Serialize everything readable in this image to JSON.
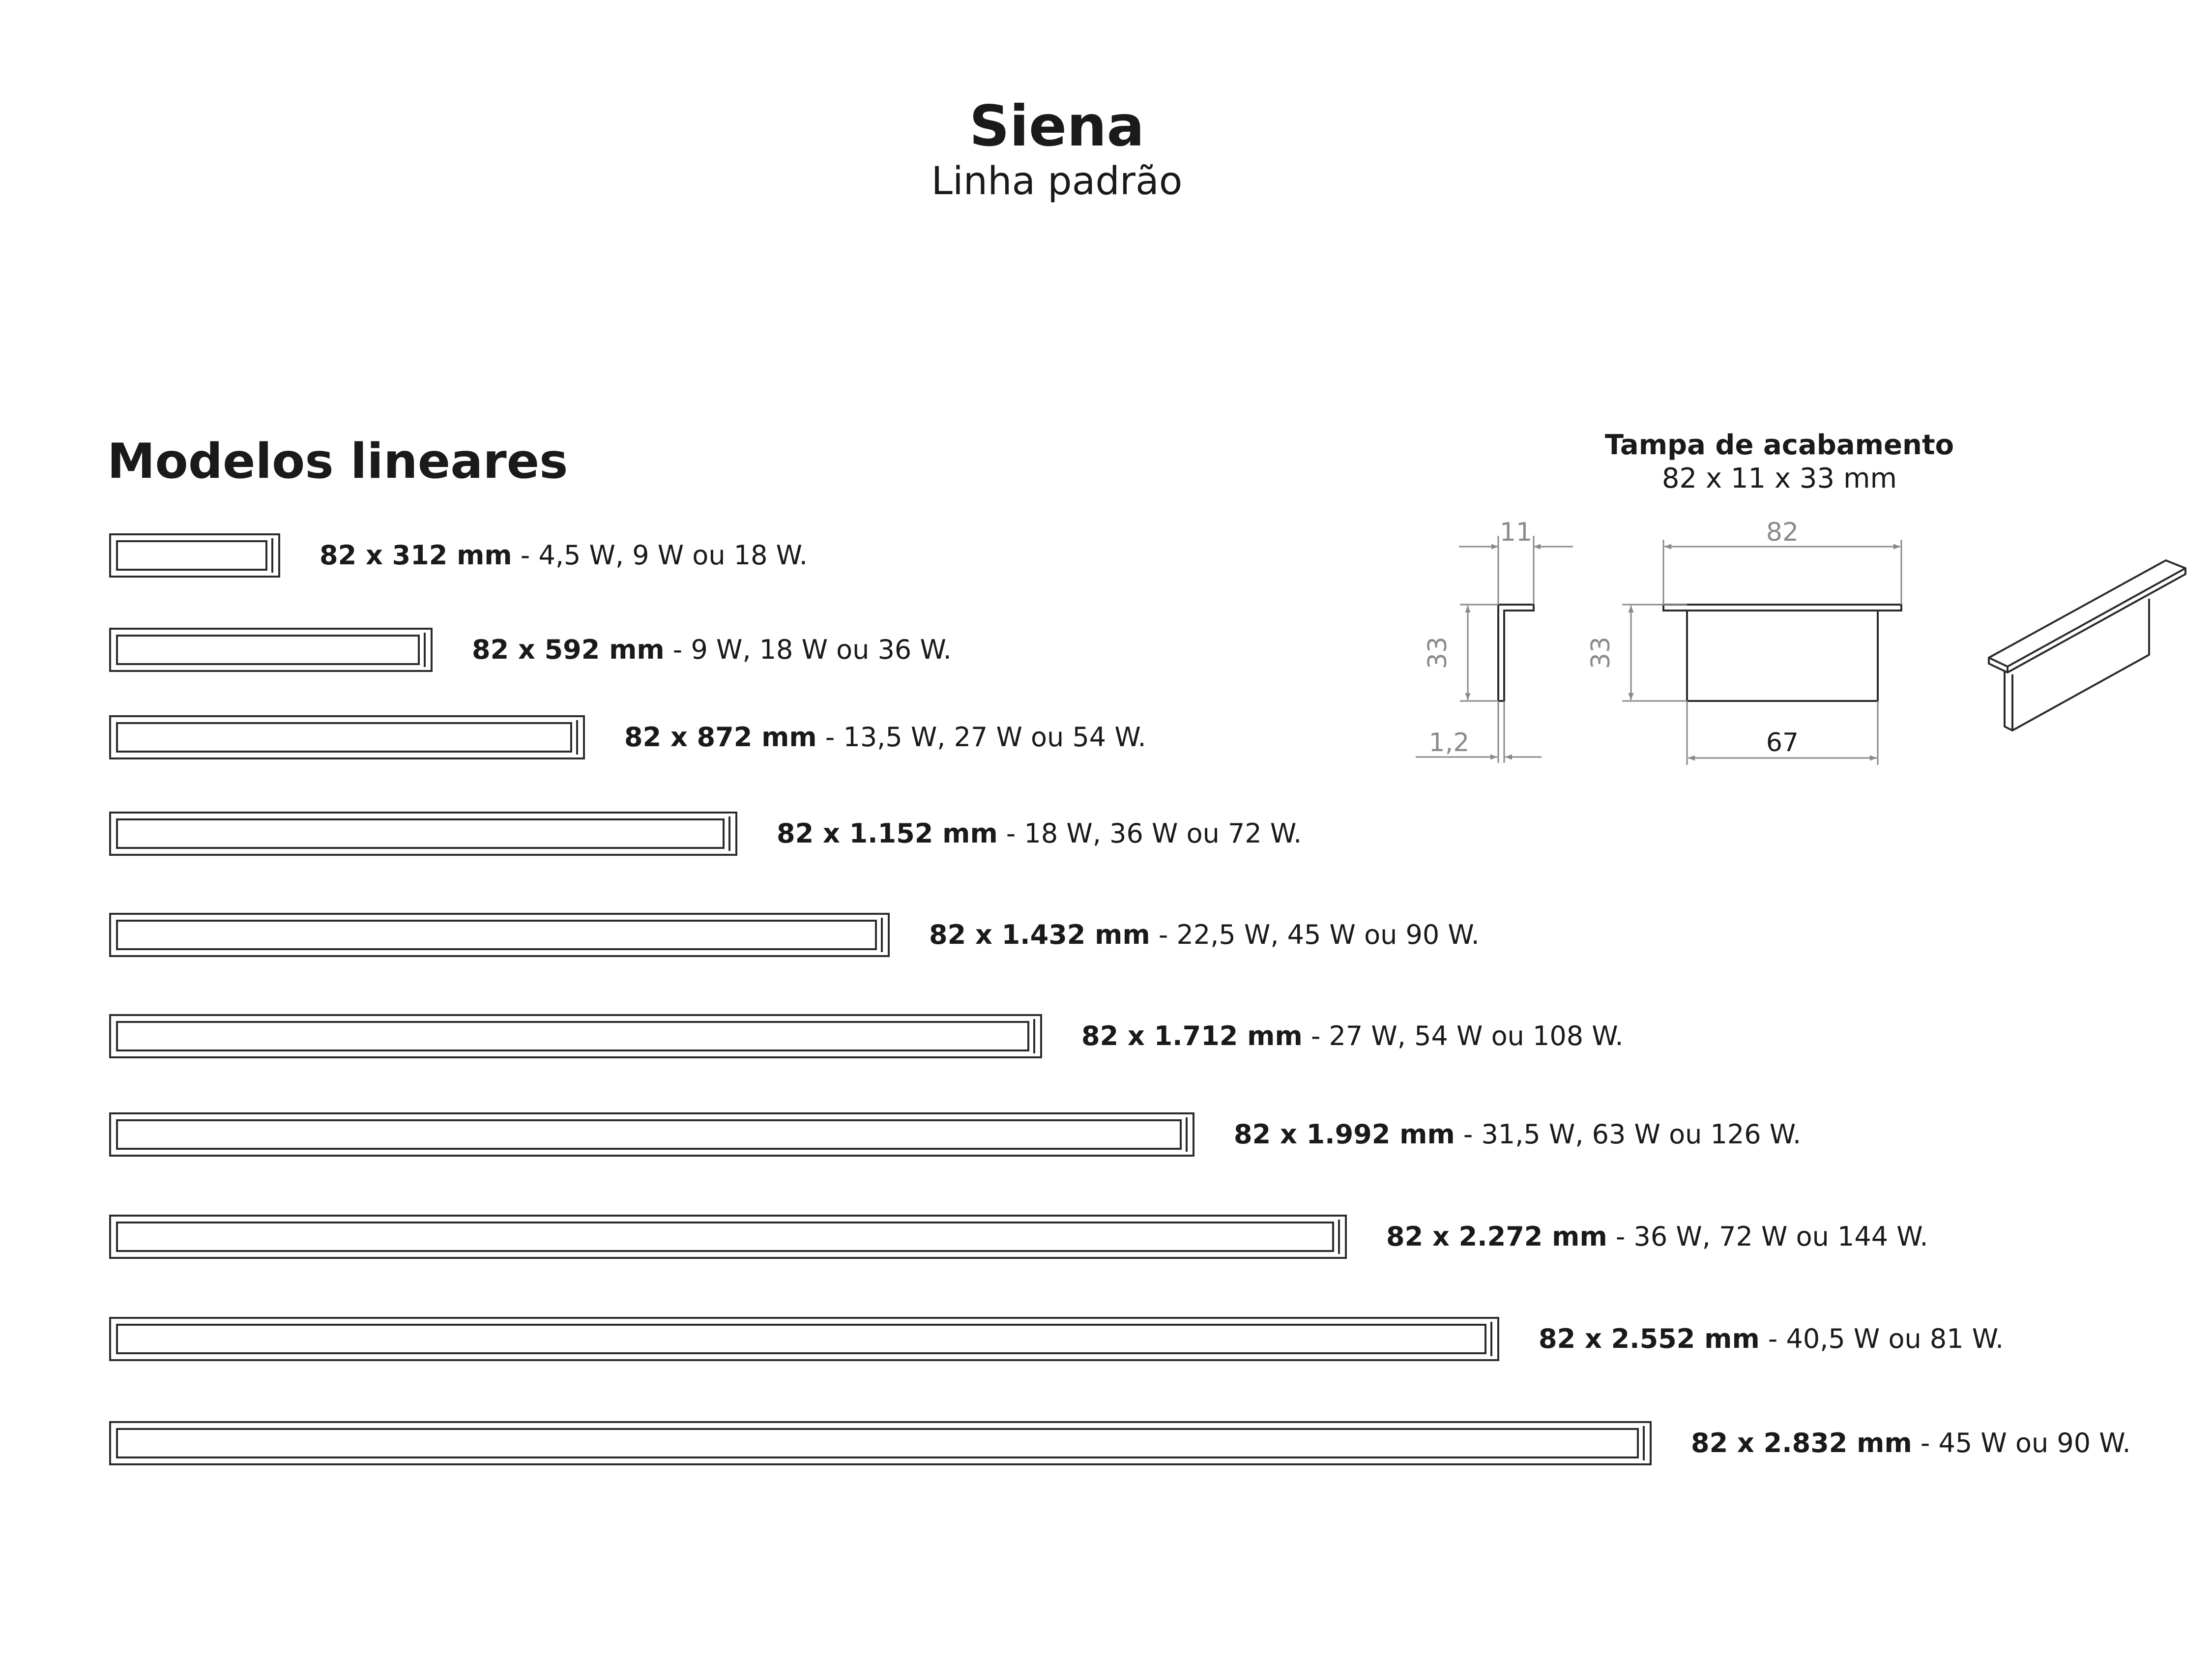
{
  "header": {
    "title": "Siena",
    "subtitle": "Linha padrão"
  },
  "section": {
    "title": "Modelos lineares"
  },
  "models": [
    {
      "size": "82 x 312 mm",
      "power": " - 4,5 W, 9 W ou 18 W."
    },
    {
      "size": "82 x 592 mm",
      "power": " - 9 W, 18 W ou 36 W."
    },
    {
      "size": "82 x 872 mm",
      "power": " - 13,5 W, 27 W ou 54 W."
    },
    {
      "size": "82 x 1.152 mm",
      "power": " - 18 W, 36 W ou 72 W."
    },
    {
      "size": "82 x 1.432 mm",
      "power": " - 22,5 W, 45 W ou 90 W."
    },
    {
      "size": "82 x 1.712 mm",
      "power": " - 27 W, 54 W ou 108 W."
    },
    {
      "size": "82 x 1.992 mm",
      "power": " - 31,5 W, 63 W ou 126 W."
    },
    {
      "size": "82 x 2.272 mm",
      "power": " - 36 W, 72 W ou 144 W."
    },
    {
      "size": "82 x 2.552 mm",
      "power": " - 40,5 W ou 81 W."
    },
    {
      "size": "82 x 2.832 mm",
      "power": " - 45 W ou 90 W."
    }
  ],
  "tampa": {
    "title": "Tampa de acabamento",
    "dims": "82 x 11 x 33 mm",
    "side_view": {
      "width_label": "11",
      "height_label": "33",
      "thickness_label": "1,2"
    },
    "front_view": {
      "top_width_label": "82",
      "height_label": "33",
      "bottom_width_label": "67"
    }
  },
  "colors": {
    "line": "#2b2b2b",
    "dimension": "#8a8a8a",
    "text": "#1a1a1a"
  }
}
